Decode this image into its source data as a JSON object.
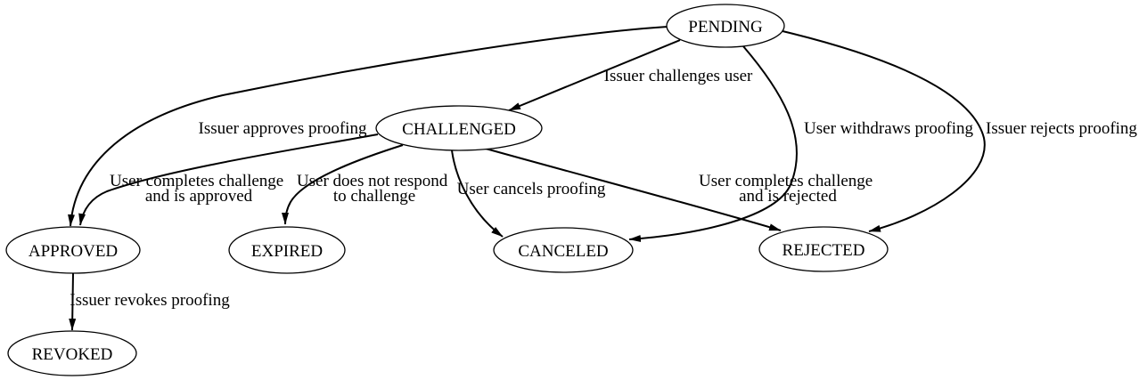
{
  "diagram": {
    "type": "state-machine",
    "colors": {
      "background": "#ffffff",
      "node_fill": "#ffffff",
      "node_stroke": "#000000",
      "edge_stroke": "#000000",
      "text": "#000000"
    },
    "states": [
      {
        "id": "PENDING",
        "label": "PENDING"
      },
      {
        "id": "CHALLENGED",
        "label": "CHALLENGED"
      },
      {
        "id": "APPROVED",
        "label": "APPROVED"
      },
      {
        "id": "EXPIRED",
        "label": "EXPIRED"
      },
      {
        "id": "CANCELED",
        "label": "CANCELED"
      },
      {
        "id": "REJECTED",
        "label": "REJECTED"
      },
      {
        "id": "REVOKED",
        "label": "REVOKED"
      }
    ],
    "transitions": [
      {
        "from": "PENDING",
        "to": "CHALLENGED",
        "label": "Issuer challenges user",
        "lines": [
          "Issuer challenges user"
        ]
      },
      {
        "from": "PENDING",
        "to": "APPROVED",
        "label": "Issuer approves proofing",
        "lines": [
          "Issuer approves proofing"
        ]
      },
      {
        "from": "PENDING",
        "to": "CANCELED",
        "label": "User withdraws proofing",
        "lines": [
          "User withdraws proofing"
        ]
      },
      {
        "from": "PENDING",
        "to": "REJECTED",
        "label": "Issuer rejects proofing",
        "lines": [
          "Issuer rejects proofing"
        ]
      },
      {
        "from": "CHALLENGED",
        "to": "APPROVED",
        "label": "User completes challenge and is approved",
        "lines": [
          "User completes challenge",
          "and is approved"
        ]
      },
      {
        "from": "CHALLENGED",
        "to": "EXPIRED",
        "label": "User does not respond to challenge",
        "lines": [
          "User does not respond",
          "to challenge"
        ]
      },
      {
        "from": "CHALLENGED",
        "to": "CANCELED",
        "label": "User cancels proofing",
        "lines": [
          "User cancels proofing"
        ]
      },
      {
        "from": "CHALLENGED",
        "to": "REJECTED",
        "label": "User completes challenge and is rejected",
        "lines": [
          "User completes challenge",
          "and is rejected"
        ]
      },
      {
        "from": "APPROVED",
        "to": "REVOKED",
        "label": "Issuer revokes proofing",
        "lines": [
          "Issuer revokes proofing"
        ]
      }
    ]
  }
}
